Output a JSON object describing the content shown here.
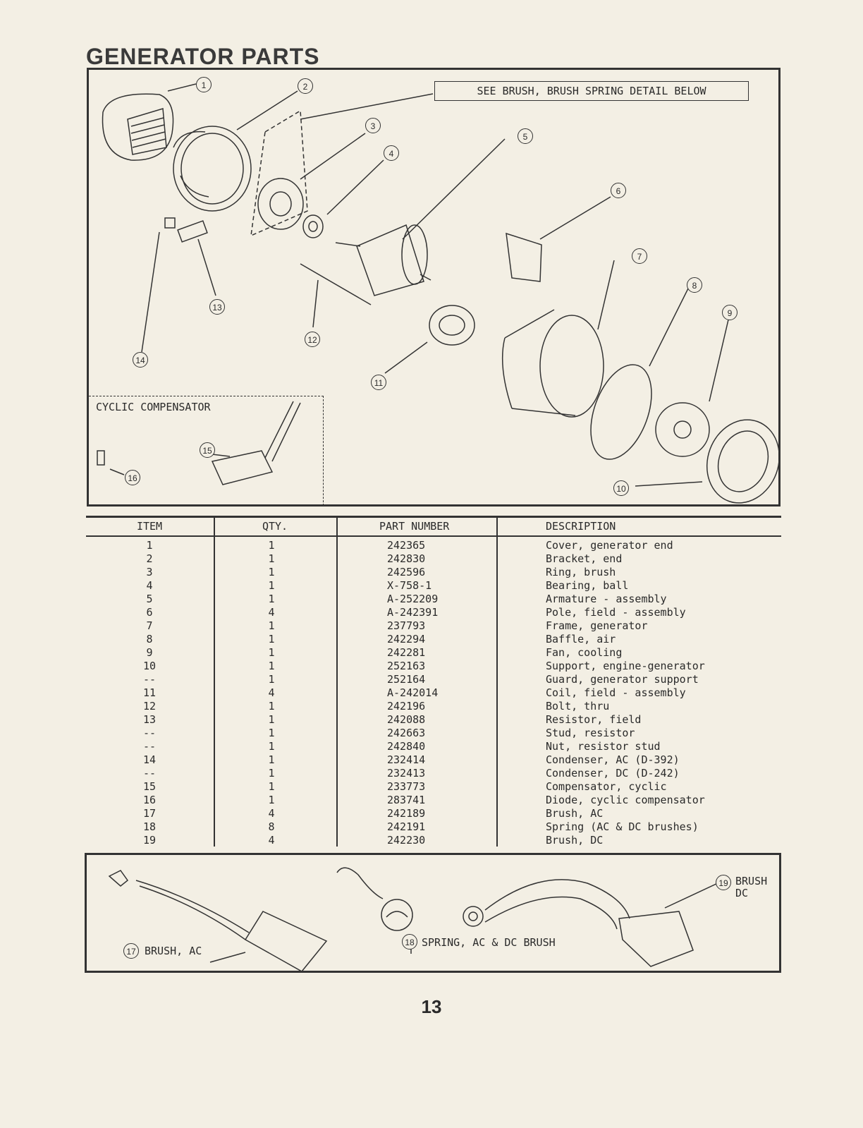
{
  "title": "GENERATOR PARTS",
  "diagram": {
    "note": "SEE BRUSH, BRUSH SPRING DETAIL BELOW",
    "cyclic_label": "CYCLIC COMPENSATOR",
    "callouts": [
      "1",
      "2",
      "3",
      "4",
      "5",
      "6",
      "7",
      "8",
      "9",
      "10",
      "11",
      "12",
      "13",
      "14",
      "15",
      "16"
    ]
  },
  "table": {
    "headers": [
      "ITEM",
      "QTY.",
      "PART NUMBER",
      "DESCRIPTION"
    ],
    "rows": [
      {
        "item": "1",
        "qty": "1",
        "part": "242365",
        "desc": "Cover, generator end"
      },
      {
        "item": "2",
        "qty": "1",
        "part": "242830",
        "desc": "Bracket, end"
      },
      {
        "item": "3",
        "qty": "1",
        "part": "242596",
        "desc": "Ring, brush"
      },
      {
        "item": "4",
        "qty": "1",
        "part": "X-758-1",
        "desc": "Bearing, ball"
      },
      {
        "item": "5",
        "qty": "1",
        "part": "A-252209",
        "desc": "Armature - assembly"
      },
      {
        "item": "6",
        "qty": "4",
        "part": "A-242391",
        "desc": "Pole, field - assembly"
      },
      {
        "item": "7",
        "qty": "1",
        "part": "237793",
        "desc": "Frame, generator"
      },
      {
        "item": "8",
        "qty": "1",
        "part": "242294",
        "desc": "Baffle, air"
      },
      {
        "item": "9",
        "qty": "1",
        "part": "242281",
        "desc": "Fan, cooling"
      },
      {
        "item": "10",
        "qty": "1",
        "part": "252163",
        "desc": "Support, engine-generator"
      },
      {
        "item": "--",
        "qty": "1",
        "part": "252164",
        "desc": "Guard, generator support"
      },
      {
        "item": "11",
        "qty": "4",
        "part": "A-242014",
        "desc": "Coil, field - assembly"
      },
      {
        "item": "12",
        "qty": "1",
        "part": "242196",
        "desc": "Bolt, thru"
      },
      {
        "item": "13",
        "qty": "1",
        "part": "242088",
        "desc": "Resistor, field"
      },
      {
        "item": "--",
        "qty": "1",
        "part": "242663",
        "desc": "Stud, resistor"
      },
      {
        "item": "--",
        "qty": "1",
        "part": "242840",
        "desc": "Nut, resistor stud"
      },
      {
        "item": "14",
        "qty": "1",
        "part": "232414",
        "desc": "Condenser, AC (D-392)"
      },
      {
        "item": "--",
        "qty": "1",
        "part": "232413",
        "desc": "Condenser, DC (D-242)"
      },
      {
        "item": "15",
        "qty": "1",
        "part": "233773",
        "desc": "Compensator, cyclic"
      },
      {
        "item": "16",
        "qty": "1",
        "part": "283741",
        "desc": "Diode, cyclic compensator"
      },
      {
        "item": "17",
        "qty": "4",
        "part": "242189",
        "desc": "Brush, AC"
      },
      {
        "item": "18",
        "qty": "8",
        "part": "242191",
        "desc": "Spring (AC & DC brushes)"
      },
      {
        "item": "19",
        "qty": "4",
        "part": "242230",
        "desc": "Brush, DC"
      }
    ]
  },
  "brush_detail": {
    "brush_ac_num": "17",
    "brush_ac_label": "BRUSH, AC",
    "spring_num": "18",
    "spring_label": "SPRING, AC & DC BRUSH",
    "brush_dc_num": "19",
    "brush_dc_label1": "BRUSH",
    "brush_dc_label2": "DC"
  },
  "page_number": "13"
}
